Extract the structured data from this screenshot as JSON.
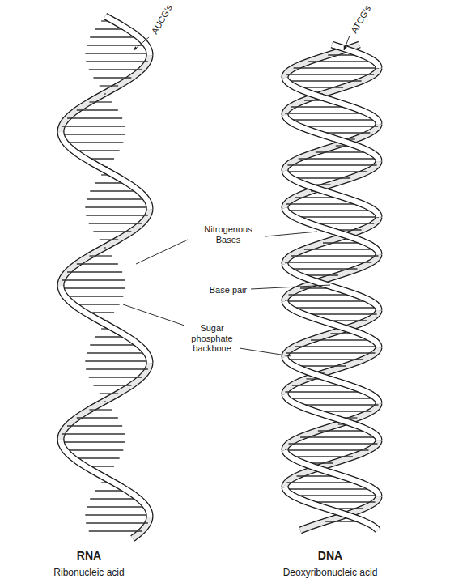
{
  "diagram": {
    "labels": [
      "AUCG's",
      "ATCG's",
      "Nitrogenous Bases",
      "Base pair",
      "Sugar phosphate backbone",
      "RNA",
      "DNA",
      "Ribonucleic acid",
      "Deoxyribonucleic acid"
    ]
  }
}
